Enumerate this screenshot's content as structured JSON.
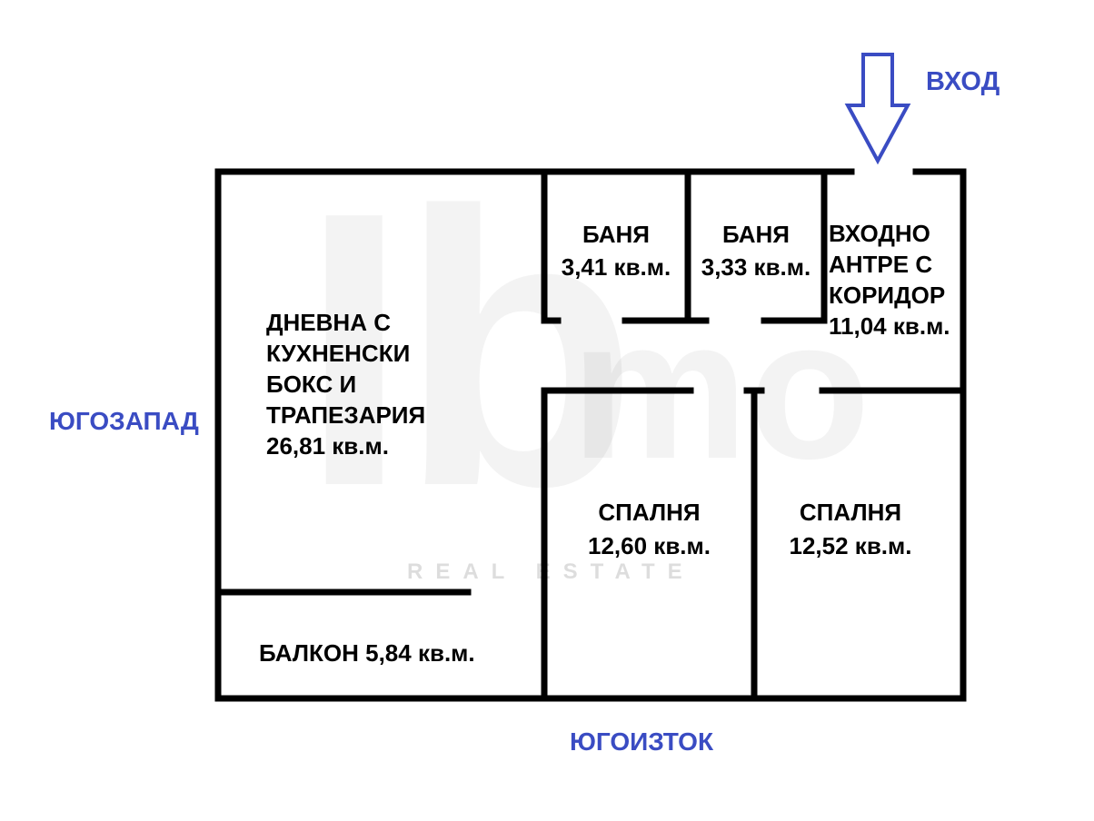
{
  "compass": {
    "southwest": "ЮГОЗАПАД",
    "southeast": "ЮГОИЗТОК"
  },
  "entrance": {
    "label": "ВХОД"
  },
  "rooms": {
    "living": {
      "lines": [
        "ДНЕВНА С",
        "КУХНЕНСКИ",
        "БОКС И",
        "ТРАПЕЗАРИЯ"
      ],
      "area": "26,81 кв.м."
    },
    "bath1": {
      "name": "БАНЯ",
      "area": "3,41 кв.м."
    },
    "bath2": {
      "name": "БАНЯ",
      "area": "3,33 кв.м."
    },
    "entry_hall": {
      "lines": [
        "ВХОДНО",
        "АНТРЕ С",
        "КОРИДОР"
      ],
      "area": "11,04 кв.м."
    },
    "bedroom1": {
      "name": "СПАЛНЯ",
      "area": "12,60 кв.м."
    },
    "bedroom2": {
      "name": "СПАЛНЯ",
      "area": "12,52 кв.м."
    },
    "balcony": {
      "label": "БАЛКОН 5,84 кв.м."
    }
  },
  "watermark": {
    "logo_left": "Ib",
    "logo_right": "mo",
    "caption": "REAL ESTATE"
  },
  "colors": {
    "accent_blue": "#3a4cc3",
    "wall": "#000000"
  }
}
